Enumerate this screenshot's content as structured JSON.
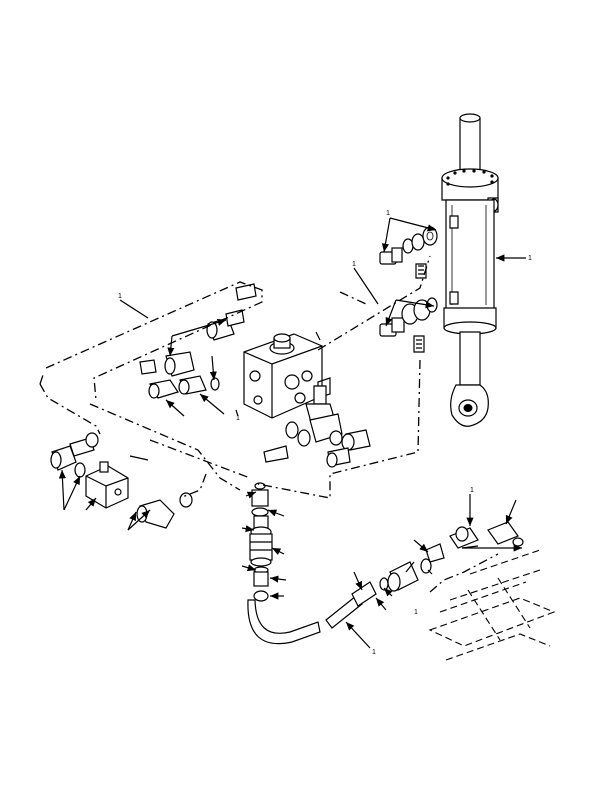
{
  "figure": {
    "callout_marks": [
      "1",
      "1",
      "1",
      "1",
      "1",
      "1",
      "1",
      "1"
    ]
  }
}
